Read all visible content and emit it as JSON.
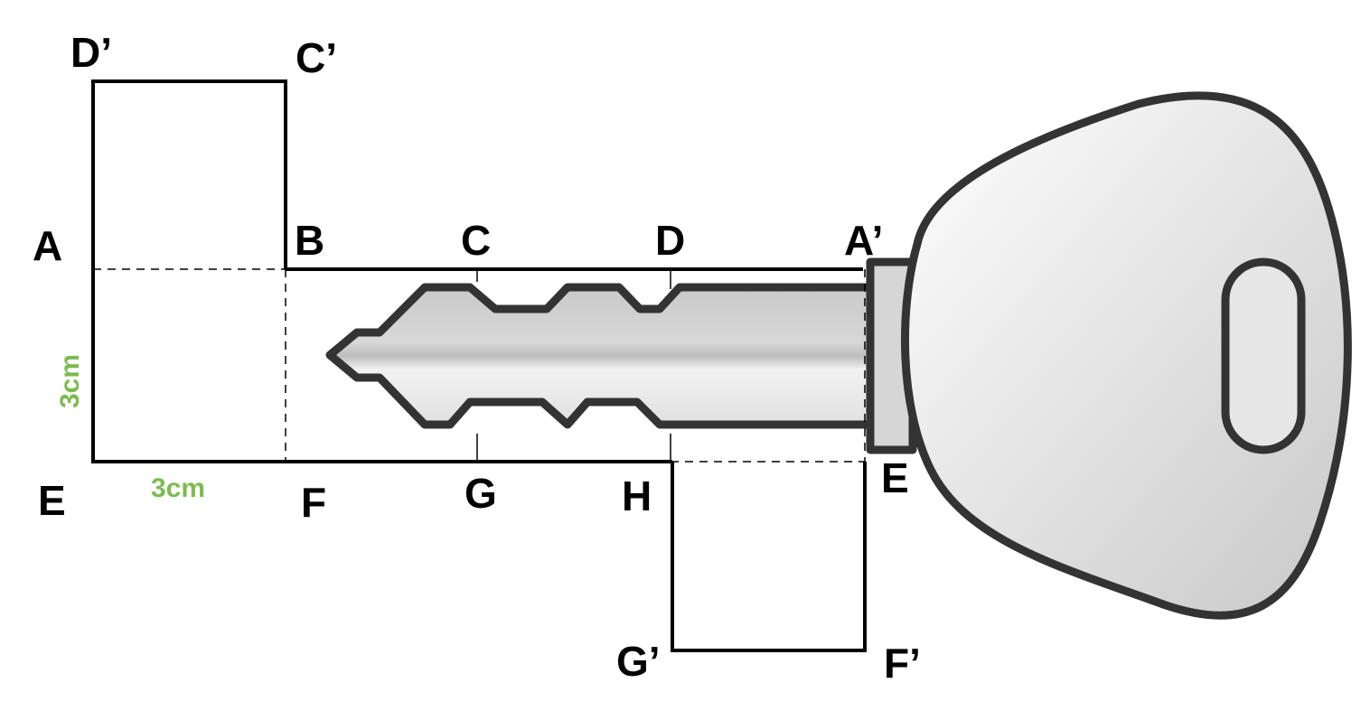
{
  "labels": {
    "d_prime": "D’",
    "c_prime": "C’",
    "a": "A",
    "b": "B",
    "c": "C",
    "d": "D",
    "a_prime": "A’",
    "e_left": "E",
    "f": "F",
    "g": "G",
    "h": "H",
    "e_right": "E",
    "g_prime": "G’",
    "f_prime": "F’"
  },
  "dimensions": {
    "height": "3cm",
    "width": "3cm"
  },
  "colors": {
    "dimension": "#7dbb4f",
    "outline": "#333333",
    "line": "#000000"
  }
}
